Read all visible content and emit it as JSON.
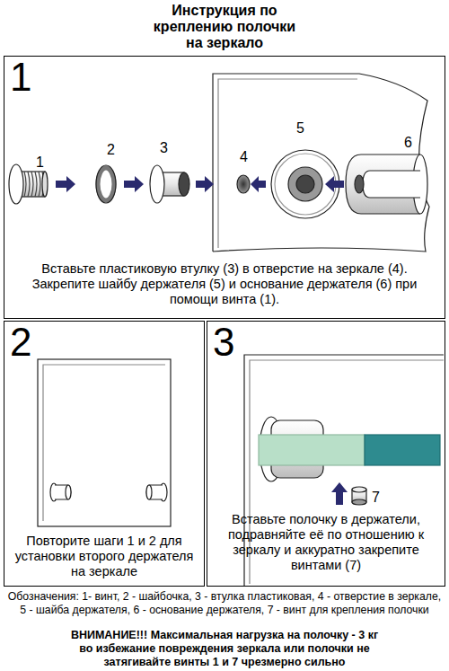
{
  "diagram": {
    "title": "Инструкция по креплению полочки на зеркало",
    "nodes": [
      {
        "text": [
          "1",
          "Вставьте пластиковую втулку (3) в отверстие на зеркале (4). Закрепите шайбу держателя (5) и основание держателя (6) при помощи винта (1)."
        ]
      },
      {
        "text": [
          "2",
          "Повторите шаги 1 и 2 для установки второго держателя на зеркале"
        ]
      },
      {
        "text": [
          "3",
          "Вставьте полочку в держатели, подравняйте её по отношению к зеркалу и аккуратно закрепите винтами (7)"
        ]
      }
    ],
    "labels": [
      "1",
      "2",
      "3",
      "4",
      "5",
      "6",
      "7",
      "Обозначения: 1- винт, 2 - шайбочка, 3 - втулка пластиковая, 4 - отверстие в зеркале, 5 - шайба держателя, 6 - основание держателя, 7 - винт для крепления полочки",
      "ВНИМАНИЕ!!! Максимальная нагрузка на полочку - 3 кг во избежание повреждения зеркала или полочки не затягивайте винты 1 и 7 чрезмерно сильно"
    ]
  }
}
